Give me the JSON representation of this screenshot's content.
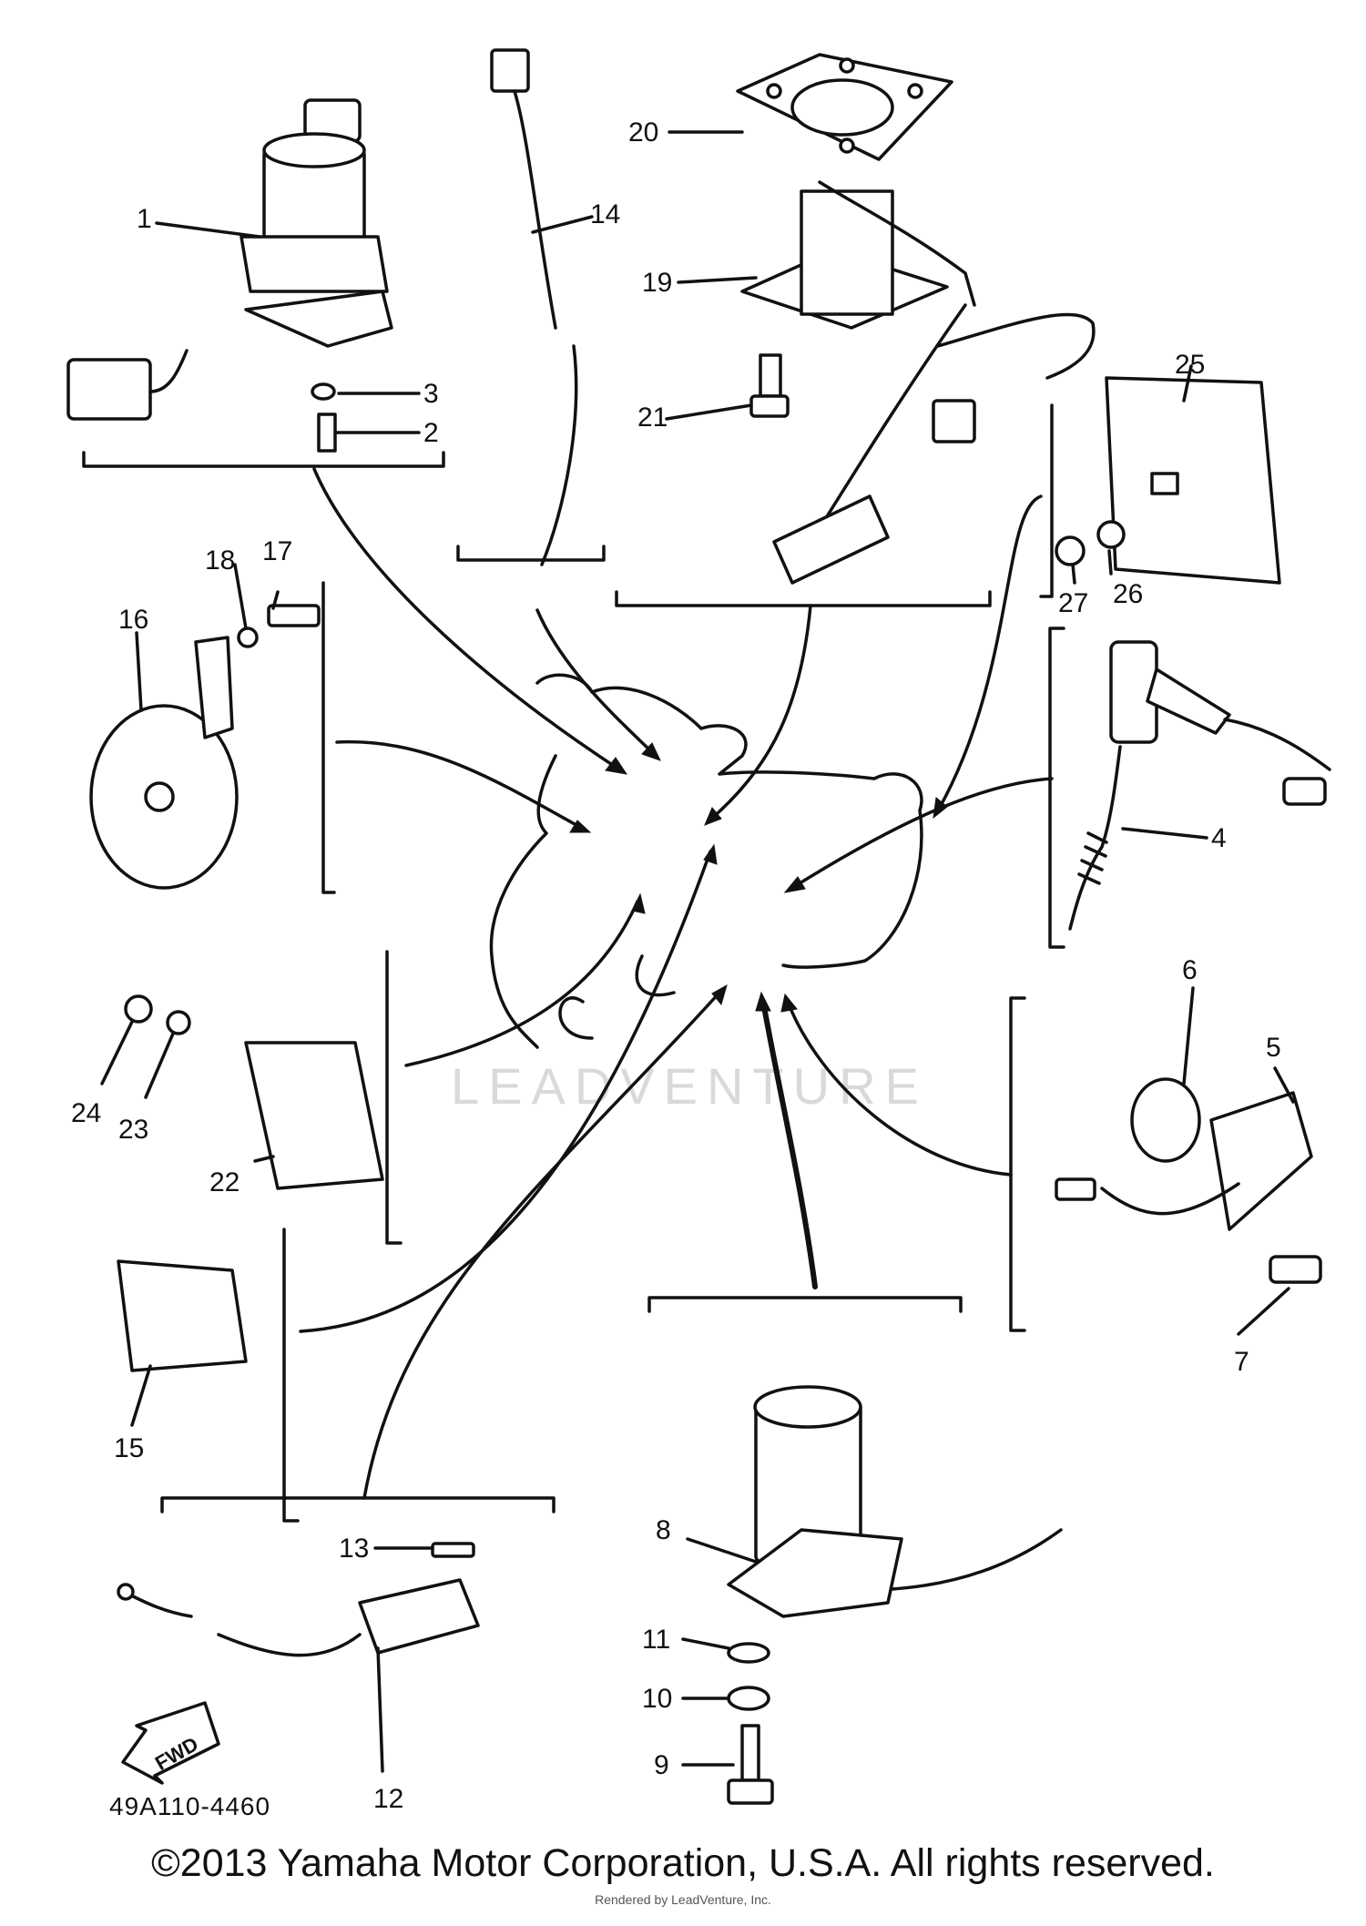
{
  "diagram": {
    "part_numbers": [
      "1",
      "2",
      "3",
      "4",
      "5",
      "6",
      "7",
      "8",
      "9",
      "10",
      "11",
      "12",
      "13",
      "14",
      "15",
      "16",
      "17",
      "18",
      "19",
      "20",
      "21",
      "22",
      "23",
      "24",
      "25",
      "26",
      "27"
    ],
    "fwd_label": "FWD",
    "drawing_code": "49A110-4460",
    "watermark": "LEADVENTURE"
  },
  "footer": {
    "copyright": "©2013 Yamaha Motor Corporation, U.S.A. All rights reserved.",
    "rendered_by": "Rendered by LeadVenture, Inc."
  }
}
